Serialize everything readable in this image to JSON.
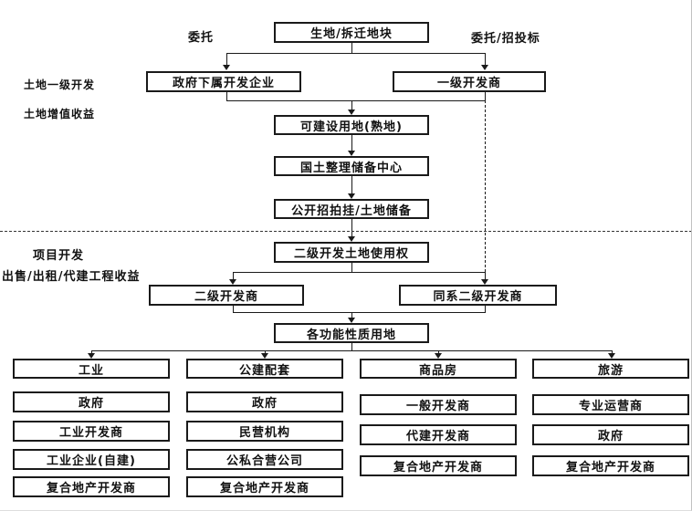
{
  "diagram": {
    "nodes": {
      "raw_land": "生地/拆迁地块",
      "gov_dev": "政府下属开发企业",
      "primary_dev": "一级开发商",
      "buildable": "可建设用地(熟地)",
      "land_center": "国土整理储备中心",
      "bidding": "公开招拍挂/土地储备",
      "use_right": "二级开发土地使用权",
      "secondary_dev": "二级开发商",
      "affiliated_dev": "同系二级开发商",
      "functional_land": "各功能性质用地"
    },
    "edge_labels": {
      "entrust": "委托",
      "entrust_bid": "委托/招投标"
    },
    "side_labels": {
      "primary_stage": "土地一级开发",
      "primary_income": "土地增值收益",
      "project_stage": "项目开发",
      "project_income": "出售/出租/代建工程收益"
    },
    "columns": [
      {
        "category": "工业",
        "items": [
          "政府",
          "工业开发商",
          "工业企业(自建)",
          "复合地产开发商"
        ]
      },
      {
        "category": "公建配套",
        "items": [
          "政府",
          "民营机构",
          "公私合营公司",
          "复合地产开发商"
        ]
      },
      {
        "category": "商品房",
        "items": [
          "一般开发商",
          "代建开发商",
          "复合地产开发商"
        ]
      },
      {
        "category": "旅游",
        "items": [
          "专业运营商",
          "政府",
          "复合地产开发商"
        ]
      }
    ],
    "colors": {
      "line": "#1a1a1a",
      "background": "#ffffff"
    }
  }
}
